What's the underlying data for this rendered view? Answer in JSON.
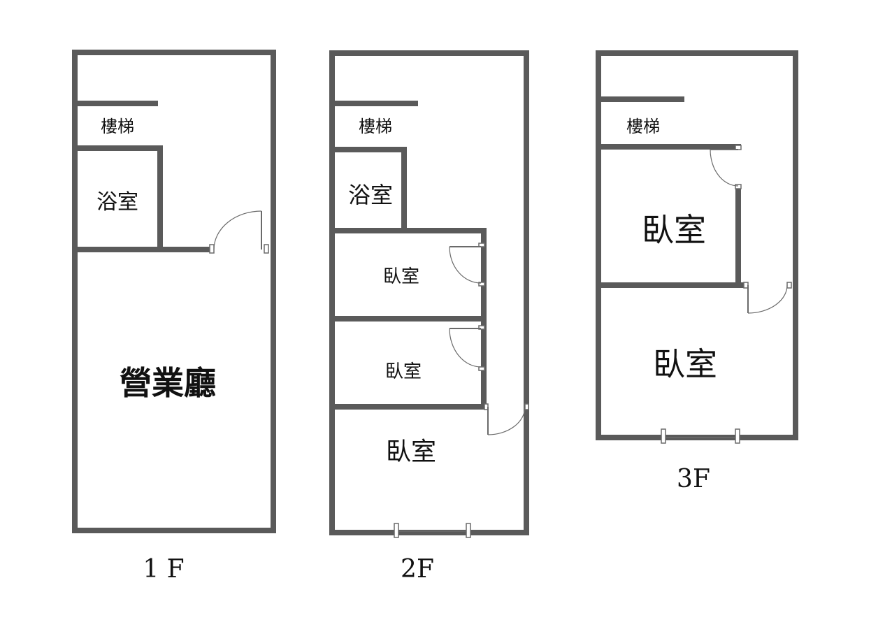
{
  "colors": {
    "wall": "#5a5a5a",
    "text": "#111111"
  },
  "floors": [
    {
      "label": "1 F",
      "rooms": {
        "stairs": "樓梯",
        "bath": "浴室",
        "hall": "營業廳"
      }
    },
    {
      "label": "2F",
      "rooms": {
        "stairs": "樓梯",
        "bath": "浴室",
        "bed1": "臥室",
        "bed2": "臥室",
        "bed3": "臥室"
      }
    },
    {
      "label": "3F",
      "rooms": {
        "stairs": "樓梯",
        "bed1": "臥室",
        "bed2": "臥室"
      }
    }
  ]
}
